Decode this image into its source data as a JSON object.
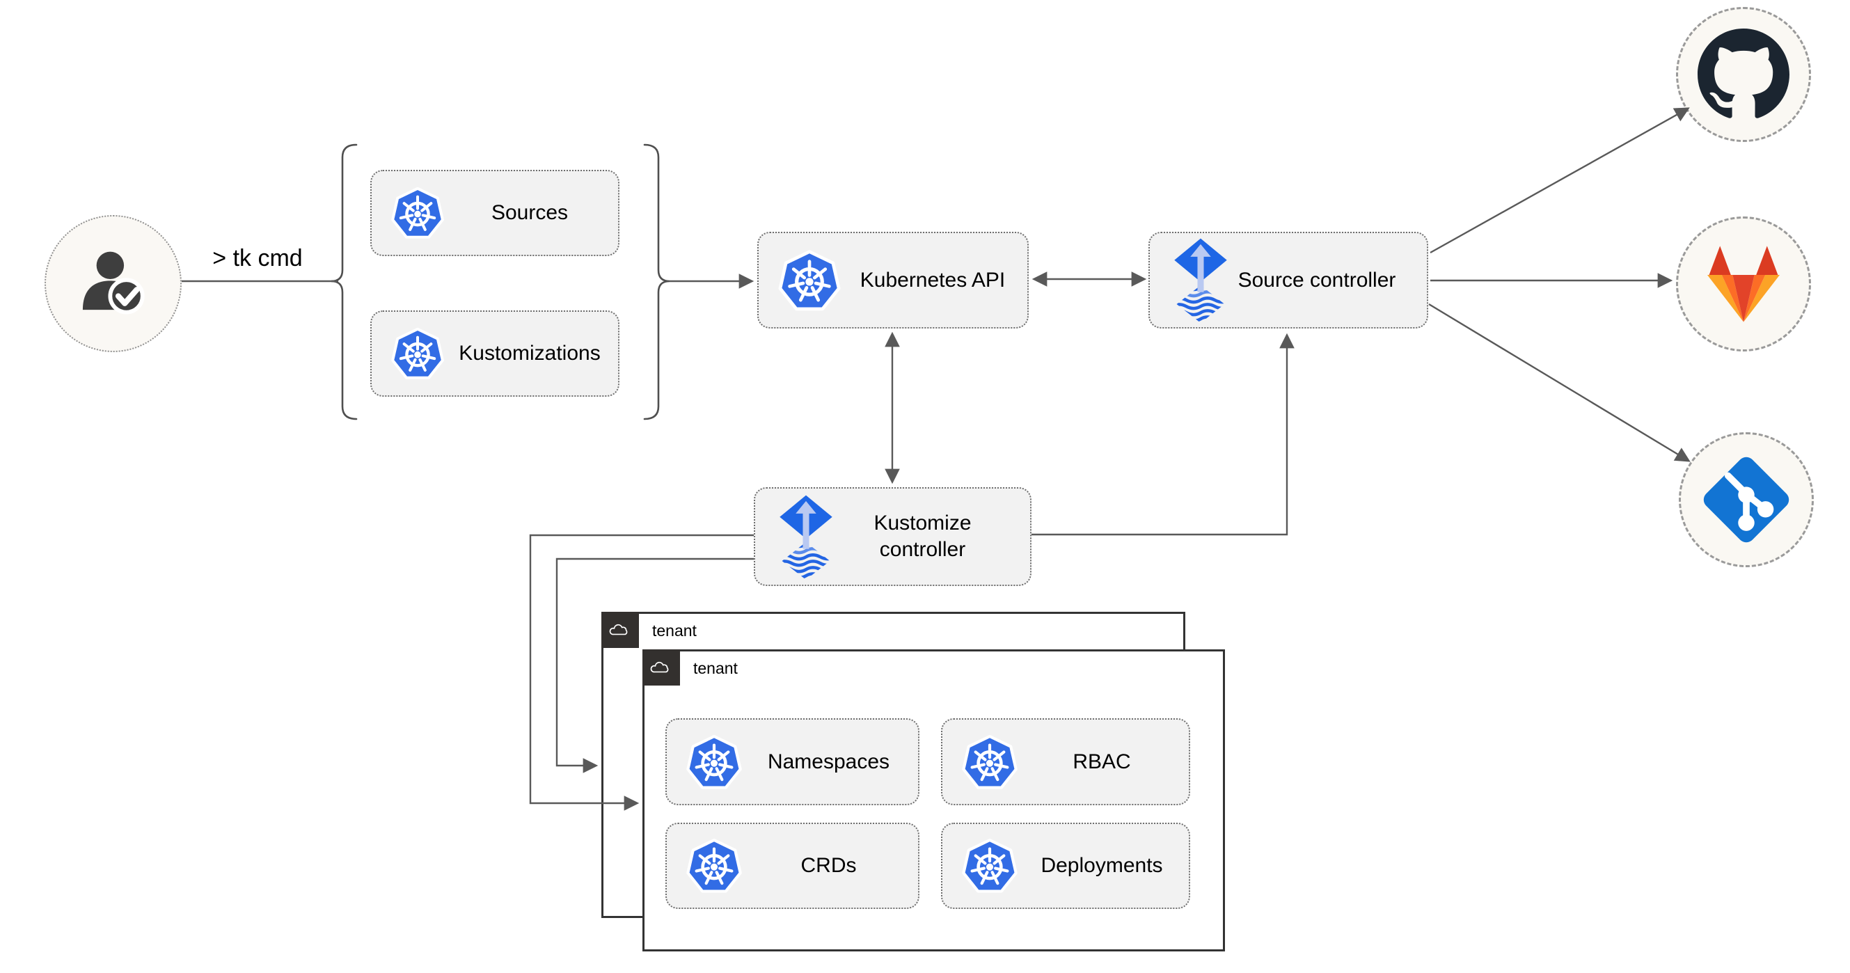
{
  "diagram": {
    "cli_label": "> tk cmd",
    "crd_group": {
      "items": [
        {
          "label": "Sources"
        },
        {
          "label": "Kustomizations"
        }
      ]
    },
    "nodes": {
      "kubernetes_api": {
        "label": "Kubernetes API"
      },
      "source_controller": {
        "label": "Source controller"
      },
      "kustomize_controller": {
        "label": "Kustomize controller"
      }
    },
    "tenants": [
      {
        "label": "tenant"
      },
      {
        "label": "tenant",
        "items": [
          {
            "label": "Namespaces"
          },
          {
            "label": "RBAC"
          },
          {
            "label": "CRDs"
          },
          {
            "label": "Deployments"
          }
        ]
      }
    ],
    "git_providers": [
      {
        "name": "github"
      },
      {
        "name": "gitlab"
      },
      {
        "name": "git"
      }
    ],
    "colors": {
      "kubernetes_blue": "#326ce5",
      "flux_blue": "#1e66e5",
      "flux_arrow_light": "#b9c9f2",
      "github_dark": "#1b2530",
      "gitlab_red": "#e24329",
      "gitlab_orange": "#fc6d26",
      "gitlab_light_orange": "#fca326",
      "git_blue": "#1274d3",
      "connector_gray": "#595959",
      "node_fill": "#f2f2f2",
      "tenant_tab_dark": "#33302e",
      "circle_fill": "#faf8f3"
    }
  }
}
